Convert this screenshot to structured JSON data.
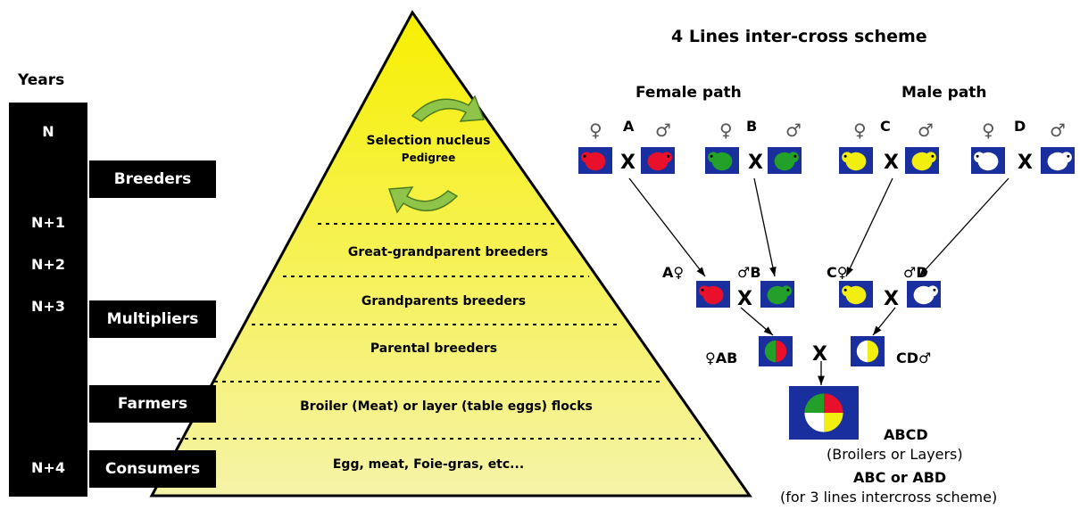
{
  "years": {
    "title": "Years",
    "items": [
      "N",
      "N+1",
      "N+2",
      "N+3",
      "N+4"
    ]
  },
  "roles": [
    "Breeders",
    "Multipliers",
    "Farmers",
    "Consumers"
  ],
  "pyramid": {
    "nucleus_title": "Selection nucleus",
    "nucleus_sub": "Pedigree",
    "levels": [
      "Great-grandparent breeders",
      "Grandparents breeders",
      "Parental breeders",
      "Broiler (Meat) or layer (table eggs) flocks",
      "Egg, meat, Foie-gras, etc..."
    ]
  },
  "scheme": {
    "title": "4 Lines inter-cross scheme",
    "female_path": "Female path",
    "male_path": "Male path",
    "lines": [
      "A",
      "B",
      "C",
      "D"
    ],
    "female_symbol": "♀",
    "male_symbol": "♂",
    "cross": "X",
    "pair_labels": [
      "A♀",
      "♂B",
      "C♀",
      "♂D"
    ],
    "ab_label": "♀AB",
    "cd_label": "CD♂",
    "final_label": "ABCD",
    "final_sub": "(Broilers or Layers)",
    "alt_label": "ABC or ABD",
    "alt_sub": "(for 3 lines intercross scheme)"
  },
  "colors": {
    "pyramid_fill": "#f5f06a",
    "box_blue": "#1a2f9e",
    "red": "#e8102a",
    "green": "#22a02a",
    "yellow": "#f2ee10",
    "white": "#ffffff",
    "arrow_green": "#8ec44a"
  }
}
